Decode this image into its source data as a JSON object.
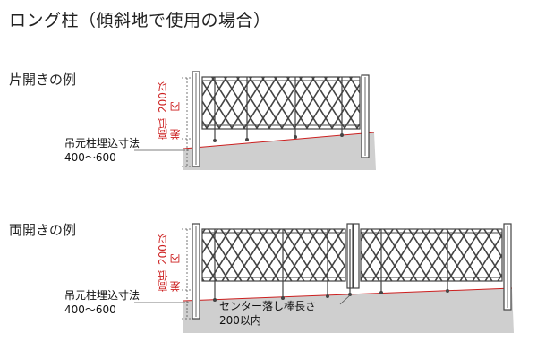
{
  "title": "ロング柱（傾斜地で使用の場合）",
  "sections": {
    "single": {
      "label": "片開きの例"
    },
    "double": {
      "label": "両開きの例"
    }
  },
  "annotations": {
    "height_diff_top": "高低差",
    "height_diff_bottom": "200以内",
    "burial_line1": "吊元柱埋込寸法",
    "burial_line2": "400〜600",
    "center_rod_line1": "センター落し棒長さ",
    "center_rod_line2": "200以内"
  },
  "colors": {
    "ground": "#cfcfcf",
    "accent_red": "#cc1f1f",
    "gate": "#444444"
  }
}
